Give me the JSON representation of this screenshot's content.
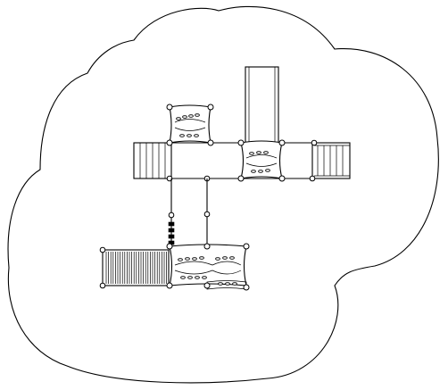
{
  "drawing": {
    "line_color": "#000000",
    "background": "#ffffff",
    "components": [
      {
        "name": "safety-surfacing-boundary"
      },
      {
        "name": "slide"
      },
      {
        "name": "upper-left-deck"
      },
      {
        "name": "center-deck"
      },
      {
        "name": "lower-deck"
      },
      {
        "name": "left-stair"
      },
      {
        "name": "right-ladder"
      },
      {
        "name": "tube-crawler"
      },
      {
        "name": "chain-ladder"
      },
      {
        "name": "walkway-upper"
      },
      {
        "name": "walkway-lower"
      }
    ]
  }
}
